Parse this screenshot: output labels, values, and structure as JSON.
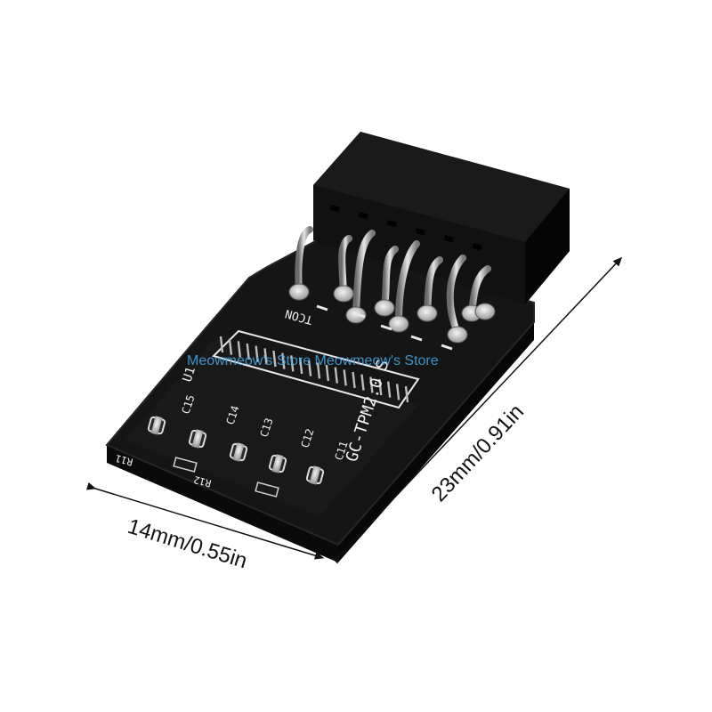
{
  "product": {
    "board_label": "GC-TPM2.0 S",
    "connector_label": "TCON",
    "chip_label": "U1",
    "component_labels": [
      "C15",
      "C14",
      "C13",
      "C12",
      "C11",
      "R11",
      "R12"
    ]
  },
  "dimensions": {
    "length": "23mm/0.91in",
    "width": "14mm/0.55in"
  },
  "watermark": "Meowmeow's Store Meowmeow's Store",
  "colors": {
    "pcb": "#141414",
    "silkscreen": "#f2f2f2",
    "watermark": "#46a9e8",
    "dimension_line": "#111111"
  }
}
